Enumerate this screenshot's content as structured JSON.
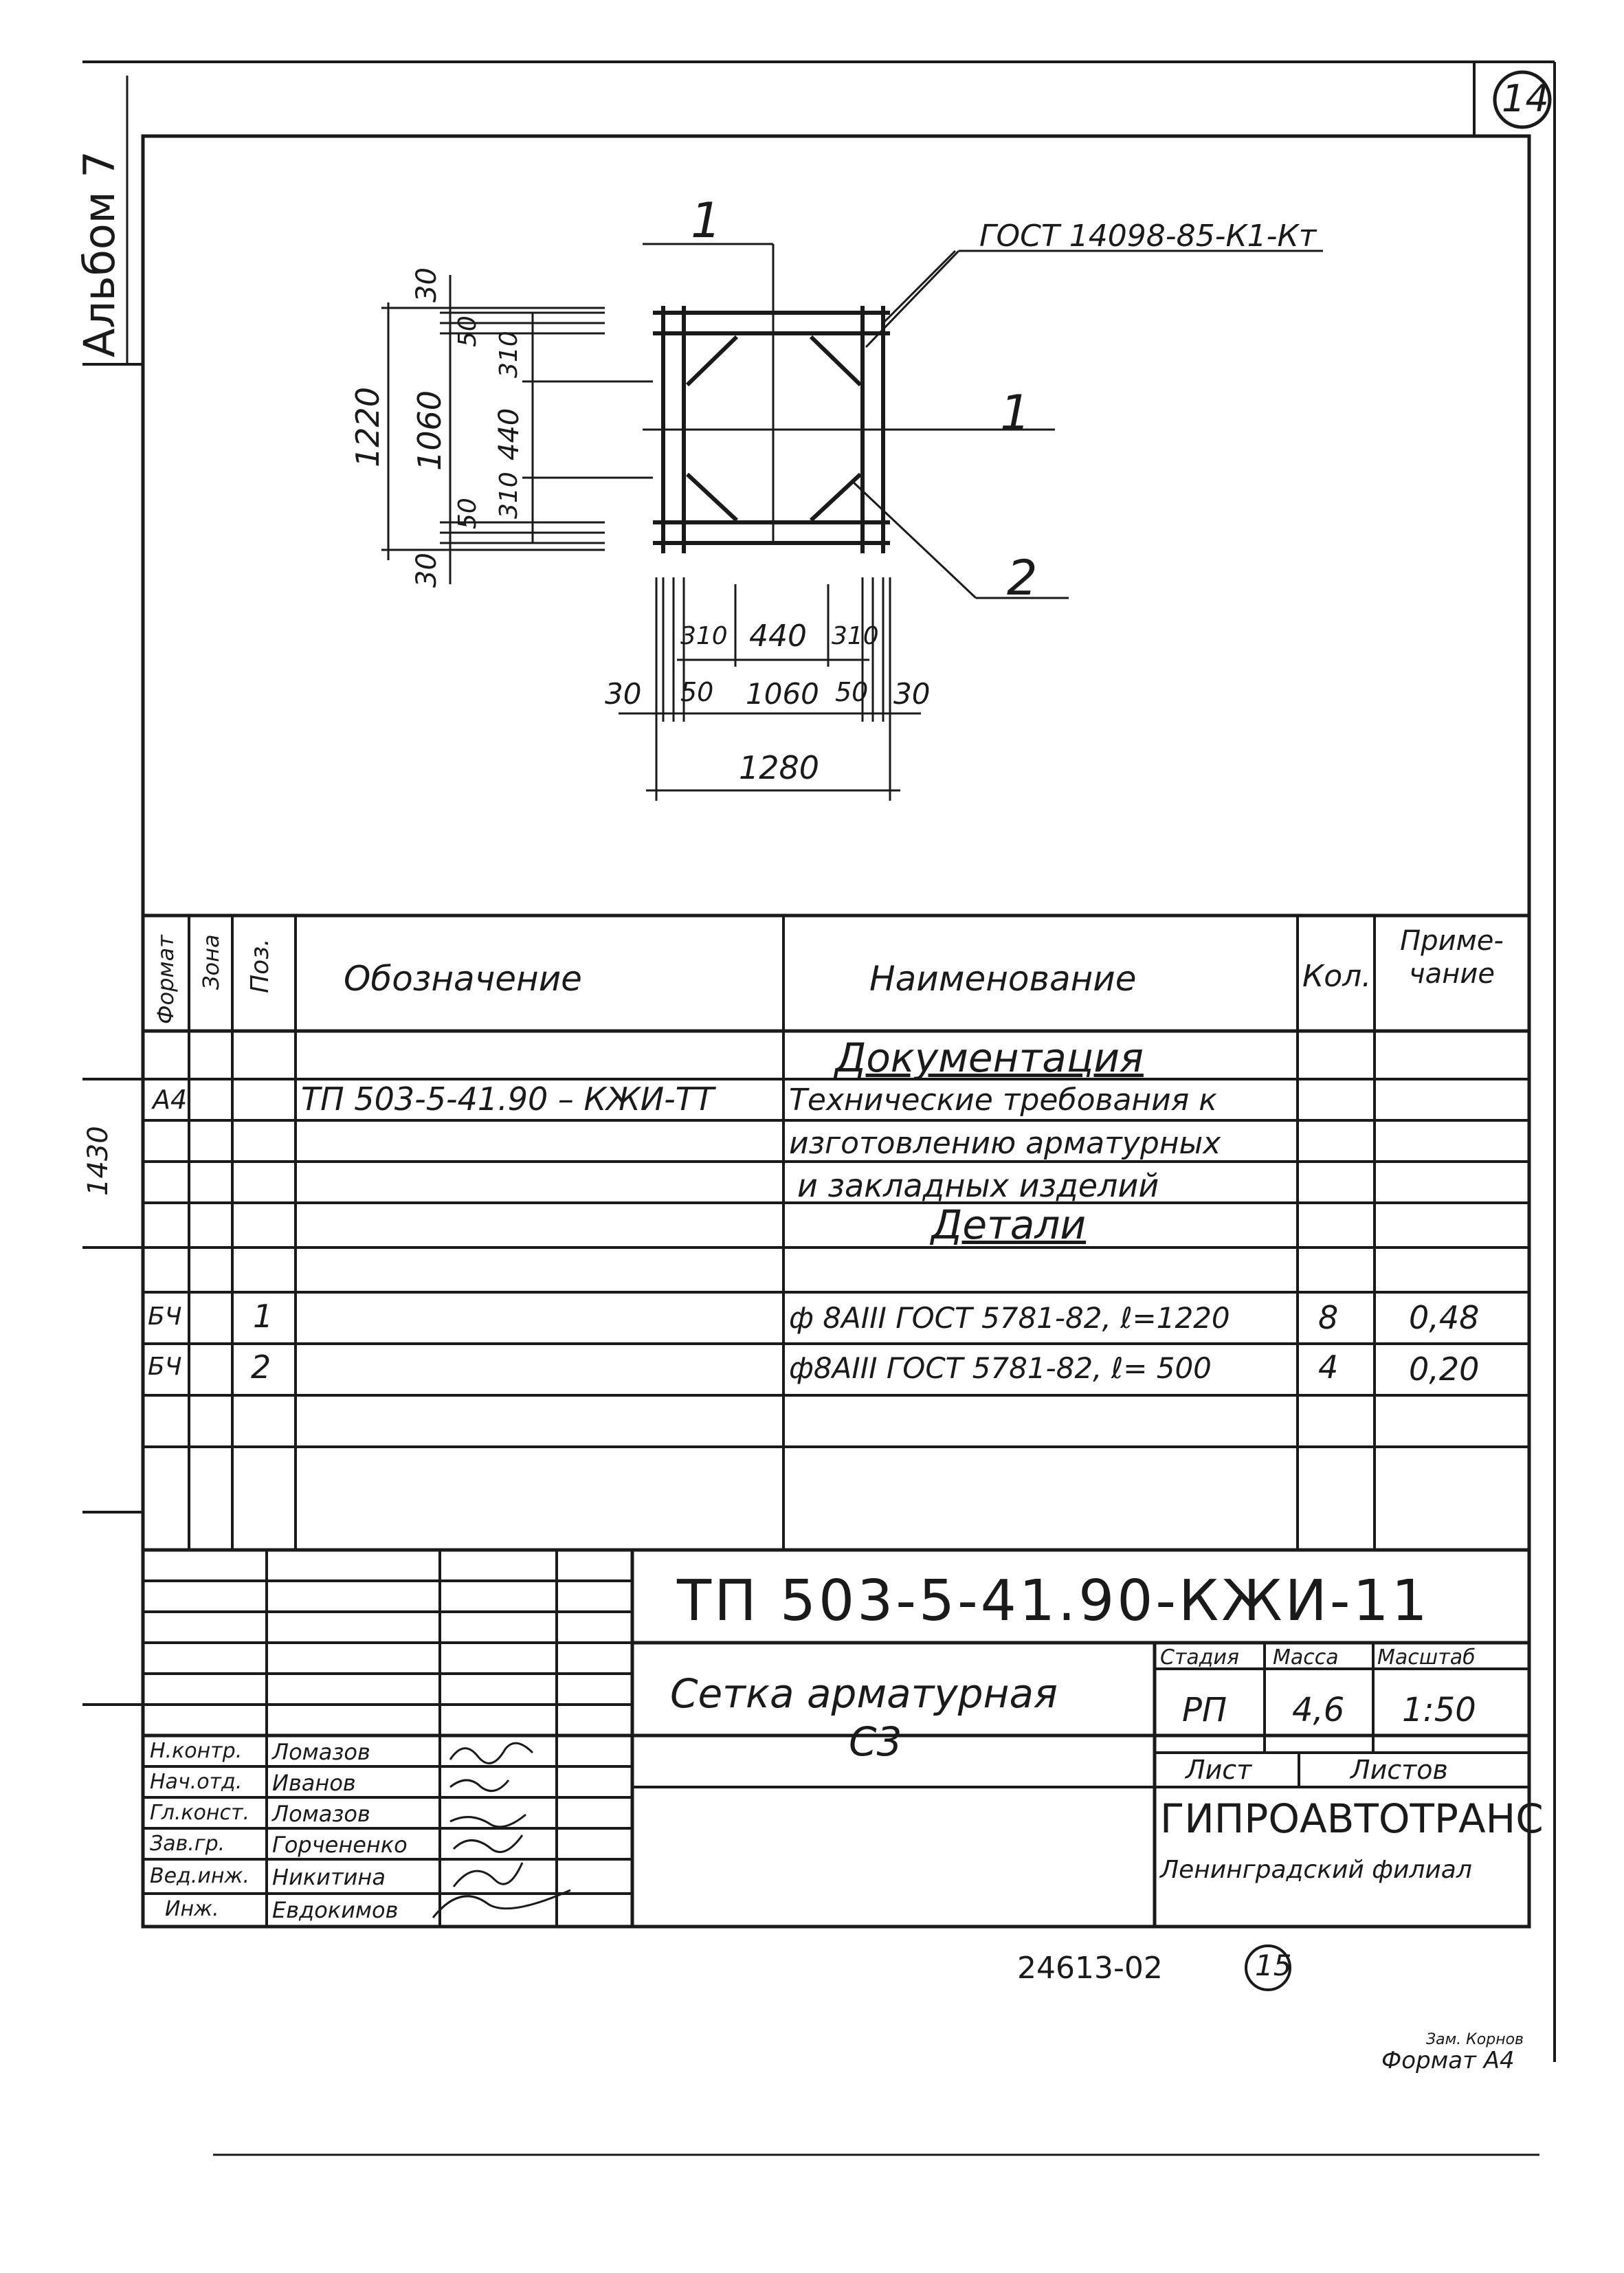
{
  "sheet": {
    "page_number": "14",
    "side_label": "Альбом 7",
    "side_inv": "1430",
    "bottom_code": "24613-02",
    "bottom_page": "15",
    "format_note": "Зам. Корнов",
    "format": "Формат А4"
  },
  "drawing": {
    "callout_1_top": "1",
    "callout_1_right": "1",
    "callout_2": "2",
    "weld_standard": "ГОСТ 14098-85-К1-Кт",
    "left_dims": {
      "overall": "1220",
      "inner": "1060",
      "top_edge": "30",
      "bottom_edge": "30",
      "top_50": "50",
      "bottom_50": "50",
      "top_310": "310",
      "bottom_310": "310",
      "mid_440": "440"
    },
    "bottom_dims": {
      "d310_left": "310",
      "d440": "440",
      "d310_right": "310",
      "d30_left": "30",
      "d50_left": "50",
      "d1060": "1060",
      "d50_right": "50",
      "d30_right": "30",
      "overall": "1280"
    }
  },
  "spec": {
    "headers": {
      "format": "Формат",
      "zone": "Зона",
      "pos": "Поз.",
      "designation": "Обозначение",
      "name": "Наименование",
      "qty": "Кол.",
      "note": "Приме-\nчание"
    },
    "section_docs": "Документация",
    "section_details": "Детали",
    "rows": [
      {
        "format": "А4",
        "pos": "",
        "designation": "ТП 503-5-41.90 – КЖИ-ТТ",
        "name": "Технические требования к",
        "qty": "",
        "note": ""
      },
      {
        "format": "",
        "pos": "",
        "designation": "",
        "name": "изготовлению арматурных",
        "qty": "",
        "note": ""
      },
      {
        "format": "",
        "pos": "",
        "designation": "",
        "name": "и закладных изделий",
        "qty": "",
        "note": ""
      },
      {
        "format": "БЧ",
        "pos": "1",
        "designation": "",
        "name": "ф 8АIII ГОСТ 5781-82, ℓ=1220",
        "qty": "8",
        "note": "0,48"
      },
      {
        "format": "БЧ",
        "pos": "2",
        "designation": "",
        "name": "ф8АIII ГОСТ 5781-82, ℓ= 500",
        "qty": "4",
        "note": "0,20"
      }
    ]
  },
  "title_block": {
    "code": "ТП 503-5-41.90-КЖИ-11",
    "title_line1": "Сетка арматурная",
    "title_line2": "С3",
    "stage_label": "Стадия",
    "mass_label": "Масса",
    "scale_label": "Масштаб",
    "stage": "РП",
    "mass": "4,6",
    "scale": "1:50",
    "sheet_label": "Лист",
    "sheets_label": "Листов",
    "org": "ГИПРОАВТОТРАНС",
    "branch": "Ленинградский филиал",
    "signers": [
      {
        "role": "Н.контр.",
        "name": "Ломазов"
      },
      {
        "role": "Нач.отд.",
        "name": "Иванов"
      },
      {
        "role": "Гл.конст.",
        "name": "Ломазов"
      },
      {
        "role": "Зав.гр.",
        "name": "Горчененко"
      },
      {
        "role": "Вед.инж.",
        "name": "Никитина"
      },
      {
        "role": "Инж.",
        "name": "Евдокимов"
      }
    ]
  }
}
